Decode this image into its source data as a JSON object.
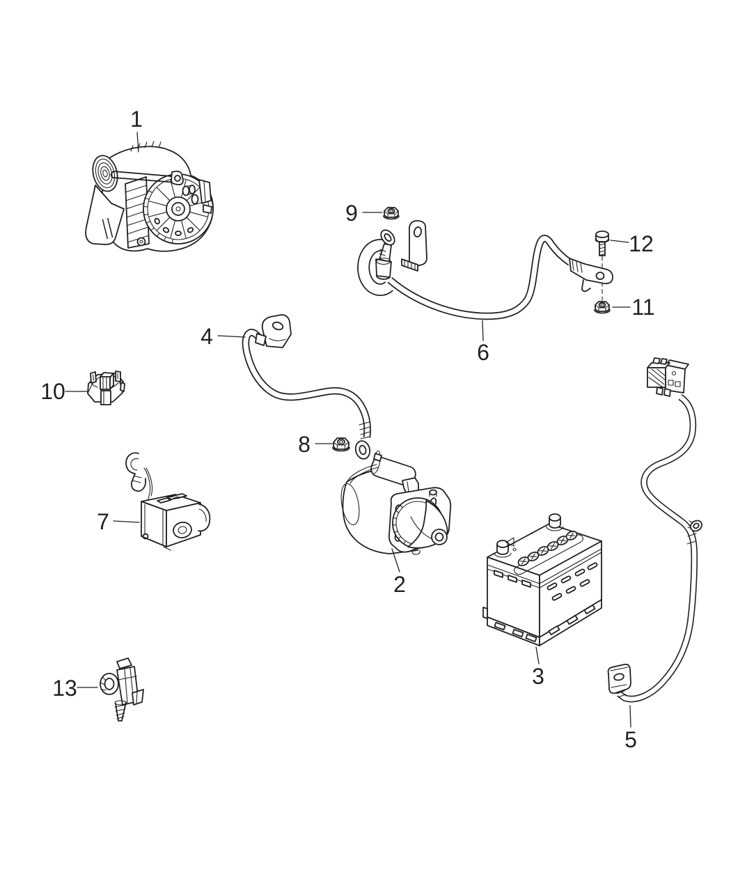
{
  "diagram": {
    "kind": "parts-diagram",
    "background_color": "#ffffff",
    "line_color": "#231f20"
  },
  "callouts": [
    {
      "number": "1",
      "part": "alternator"
    },
    {
      "number": "2",
      "part": "starter-motor"
    },
    {
      "number": "3",
      "part": "battery"
    },
    {
      "number": "4",
      "part": "ground-cable"
    },
    {
      "number": "5",
      "part": "battery-positive-cable"
    },
    {
      "number": "6",
      "part": "battery-ground-cable"
    },
    {
      "number": "7",
      "part": "battery-sensor"
    },
    {
      "number": "8",
      "part": "hex-nut"
    },
    {
      "number": "9",
      "part": "hex-nut"
    },
    {
      "number": "10",
      "part": "retainer-clip"
    },
    {
      "number": "11",
      "part": "hex-nut"
    },
    {
      "number": "12",
      "part": "bolt"
    },
    {
      "number": "13",
      "part": "retainer-clip"
    }
  ]
}
